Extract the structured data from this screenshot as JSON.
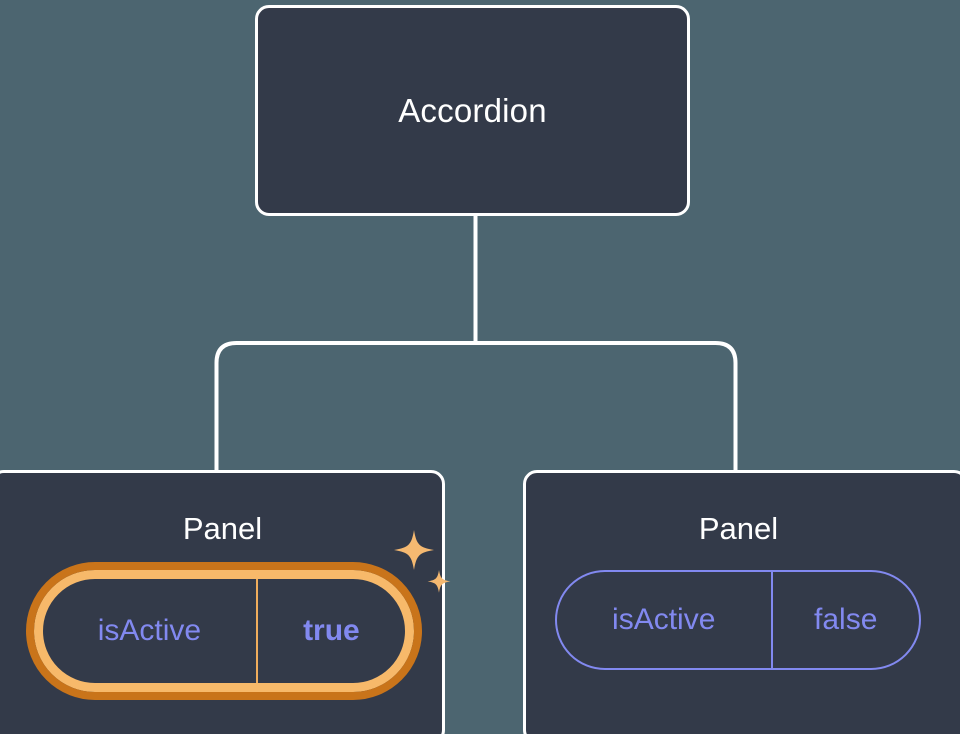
{
  "canvas": {
    "background_color": "#4c6570",
    "node_fill_color": "#333a49",
    "node_border_color": "#ffffff",
    "connector_color": "#ffffff",
    "prop_text_color": "#8289f0",
    "highlight_inner_color": "#f7b96a",
    "highlight_outer_color": "#c9741a",
    "sparkle_color": "#f5b971"
  },
  "tree": {
    "root": {
      "title": "Accordion"
    },
    "children": [
      {
        "title": "Panel",
        "highlighted": true,
        "prop": {
          "key": "isActive",
          "value": "true"
        }
      },
      {
        "title": "Panel",
        "highlighted": false,
        "prop": {
          "key": "isActive",
          "value": "false"
        }
      }
    ]
  },
  "icons": {
    "sparkle_large": "sparkle-icon",
    "sparkle_small": "sparkle-small-icon"
  }
}
